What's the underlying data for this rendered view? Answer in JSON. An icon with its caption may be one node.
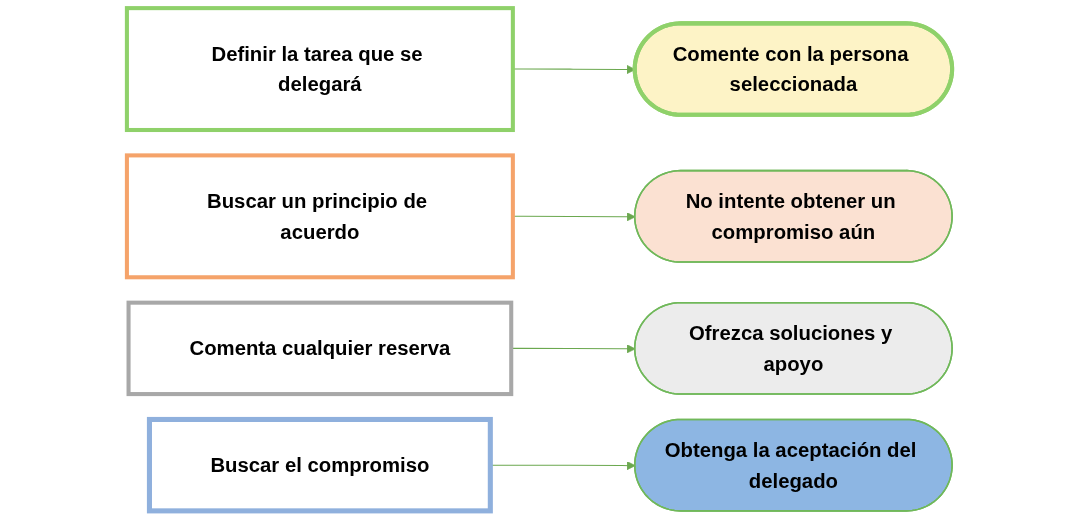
{
  "diagram": {
    "nodes": [
      {
        "text": [
          "Definir la tarea que se delegará"
        ]
      },
      {
        "text": [
          "Comente con la persona seleccionada"
        ]
      },
      {
        "text": [
          "Buscar un principio de acuerdo"
        ]
      },
      {
        "text": [
          "No intente obtener un compromiso aún"
        ]
      },
      {
        "text": [
          "Comenta cualquier reserva"
        ]
      },
      {
        "text": [
          "Ofrezca soluciones y apoyo"
        ]
      },
      {
        "text": [
          "Buscar el compromiso"
        ]
      },
      {
        "text": [
          "Obtenga la aceptación del delegado"
        ]
      }
    ],
    "edges": [
      {
        "from": 0,
        "to": 1,
        "arrow": "to"
      },
      {
        "from": 2,
        "to": 3,
        "arrow": "to"
      },
      {
        "from": 4,
        "to": 5,
        "arrow": "to"
      },
      {
        "from": 6,
        "to": 7,
        "arrow": "to"
      }
    ]
  }
}
